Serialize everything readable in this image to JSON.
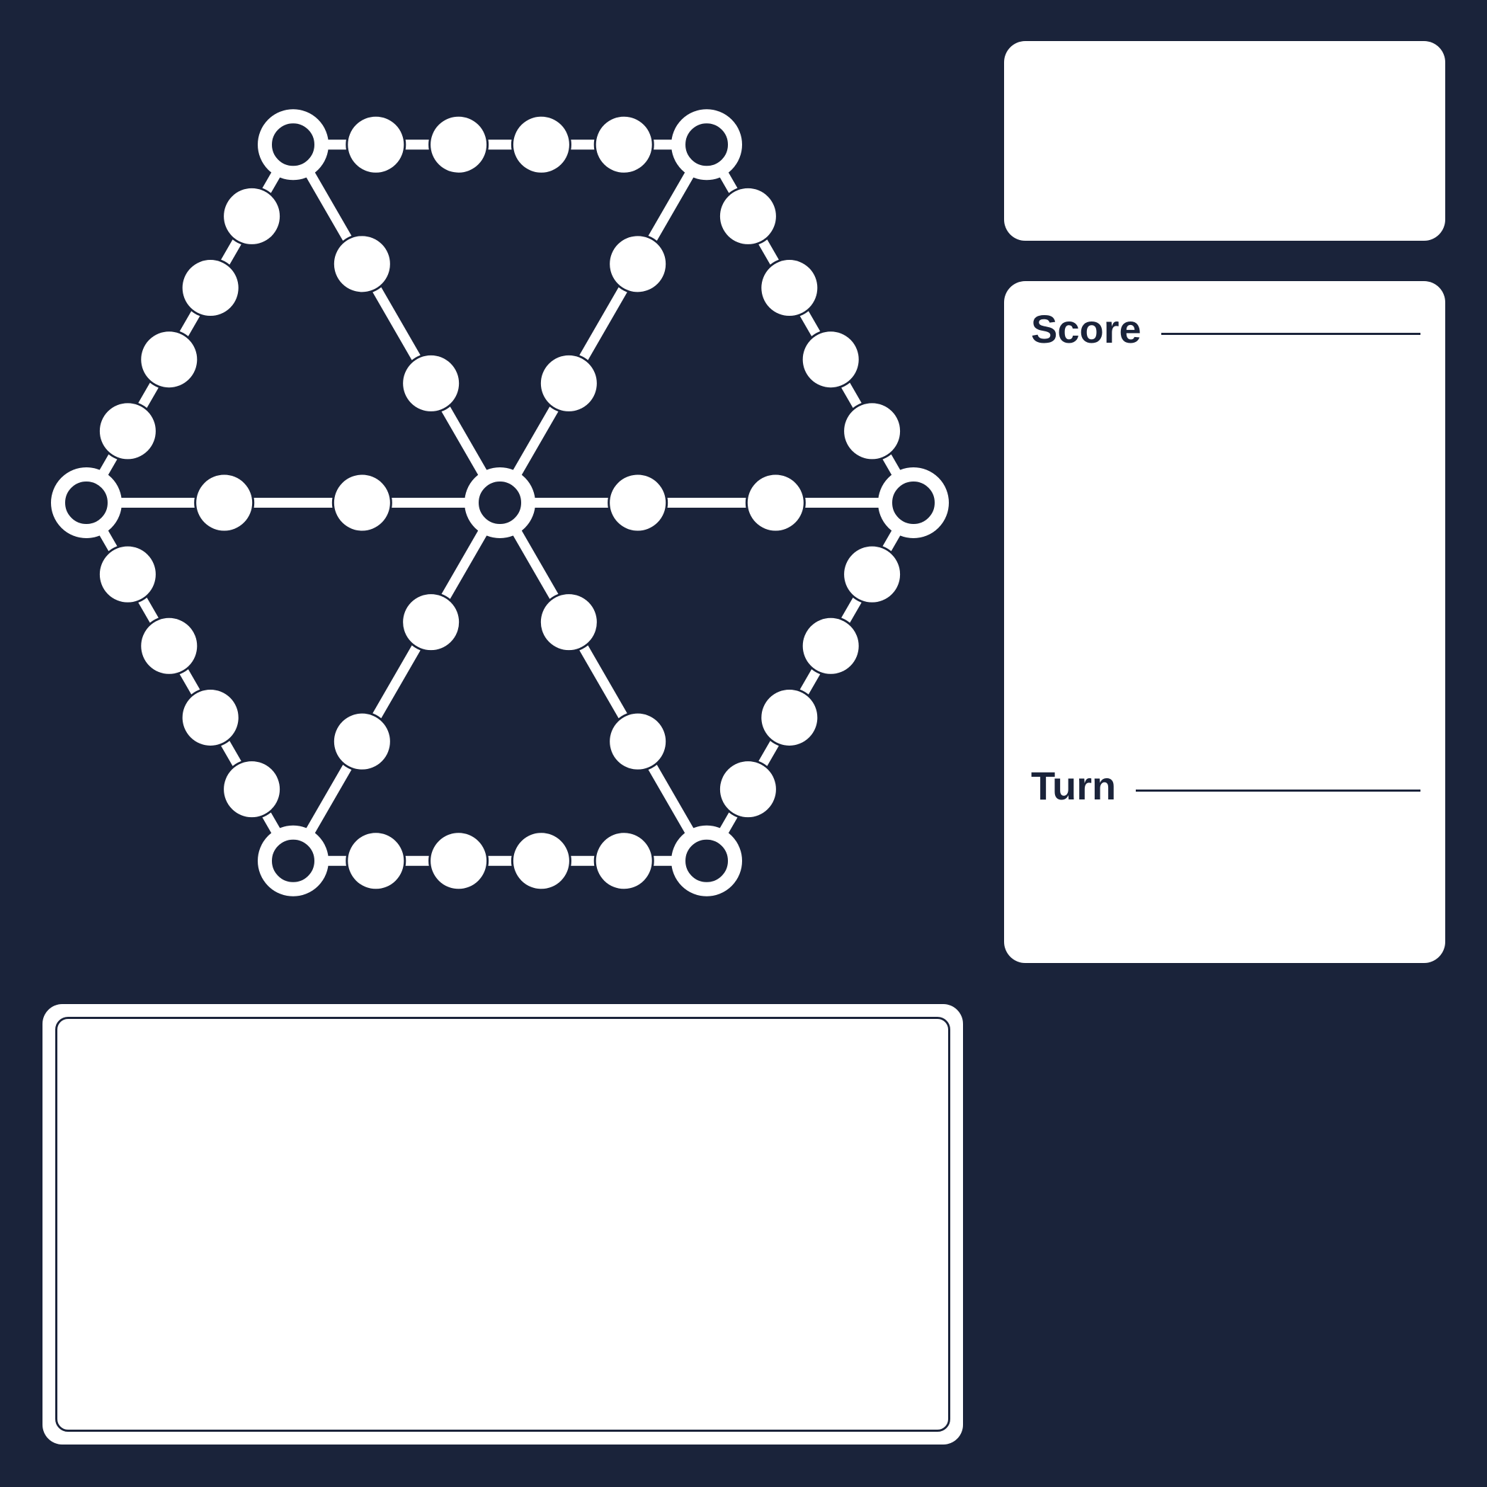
{
  "game": {
    "board_shape": "hexagon-with-spokes",
    "colors": {
      "background": "#1a233a",
      "board_line": "#ffffff",
      "node_fill": "#ffffff",
      "hub_fill": "#1a233a",
      "panel": "#ffffff",
      "panel_text": "#1a233a"
    },
    "hubs": {
      "corner_count": 6,
      "center_count": 1,
      "style": "hollow-ring"
    },
    "edge_nodes_per_side": 4,
    "spoke_nodes_per_spoke": 2
  },
  "stats": {
    "score_label": "Score",
    "turn_label": "Turn"
  }
}
